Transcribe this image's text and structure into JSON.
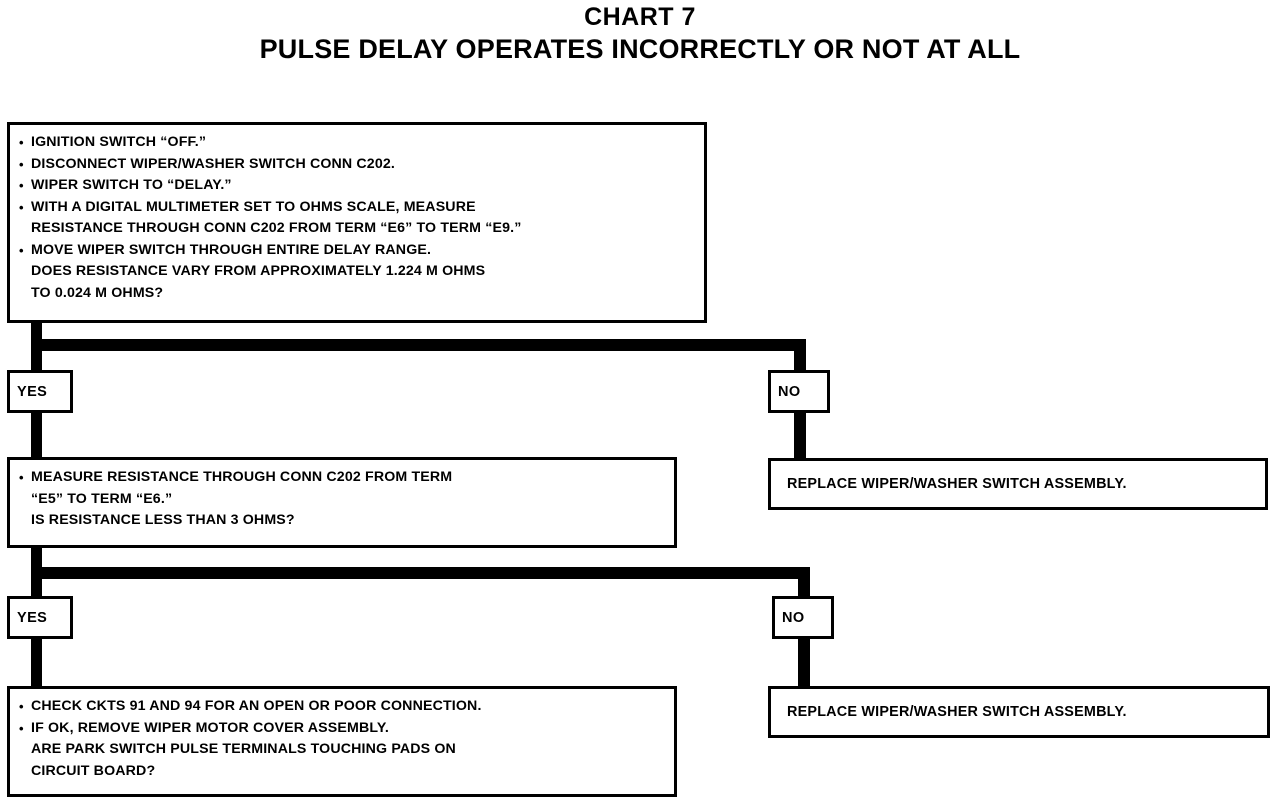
{
  "title": {
    "line1": "CHART 7",
    "line2": "PULSE DELAY OPERATES INCORRECTLY OR NOT AT ALL"
  },
  "diagram": {
    "type": "flowchart",
    "orientation": "top-down",
    "nodes": [
      {
        "id": "step1",
        "kind": "decision",
        "bullets": [
          {
            "marker": "bullet",
            "text": "IGNITION SWITCH “OFF.”"
          },
          {
            "marker": "bullet",
            "text": "DISCONNECT WIPER/WASHER SWITCH CONN C202."
          },
          {
            "marker": "bullet",
            "text": "WIPER SWITCH TO “DELAY.”"
          },
          {
            "marker": "bullet",
            "text": "WITH A DIGITAL MULTIMETER SET TO OHMS SCALE, MEASURE"
          },
          {
            "marker": "none",
            "text": "RESISTANCE THROUGH CONN C202 FROM TERM “E6” TO TERM “E9.”"
          },
          {
            "marker": "bullet",
            "text": "MOVE WIPER SWITCH THROUGH ENTIRE DELAY RANGE."
          },
          {
            "marker": "none",
            "text": "DOES RESISTANCE VARY FROM APPROXIMATELY 1.224 M OHMS"
          },
          {
            "marker": "none",
            "text": "TO 0.024 M OHMS?"
          }
        ]
      },
      {
        "id": "step2",
        "kind": "decision",
        "bullets": [
          {
            "marker": "bullet",
            "text": "MEASURE RESISTANCE THROUGH CONN C202 FROM TERM"
          },
          {
            "marker": "none",
            "text": "“E5” TO TERM “E6.”"
          },
          {
            "marker": "none",
            "text": "IS RESISTANCE LESS THAN 3 OHMS?"
          }
        ]
      },
      {
        "id": "step3",
        "kind": "decision",
        "bullets": [
          {
            "marker": "bullet",
            "text": "CHECK CKTS 91 AND 94 FOR AN OPEN OR POOR CONNECTION."
          },
          {
            "marker": "bullet",
            "text": "IF OK, REMOVE WIPER MOTOR COVER ASSEMBLY."
          },
          {
            "marker": "none",
            "text": "ARE PARK SWITCH PULSE TERMINALS TOUCHING PADS ON"
          },
          {
            "marker": "none",
            "text": "CIRCUIT BOARD?"
          }
        ]
      }
    ],
    "branch_labels": {
      "yes1": "YES",
      "no1": "NO",
      "yes2": "YES",
      "no2": "NO"
    },
    "results": {
      "replace1": "REPLACE WIPER/WASHER SWITCH ASSEMBLY.",
      "replace2": "REPLACE WIPER/WASHER SWITCH ASSEMBLY."
    },
    "colors": {
      "ink": "#000000",
      "paper": "#ffffff"
    }
  }
}
